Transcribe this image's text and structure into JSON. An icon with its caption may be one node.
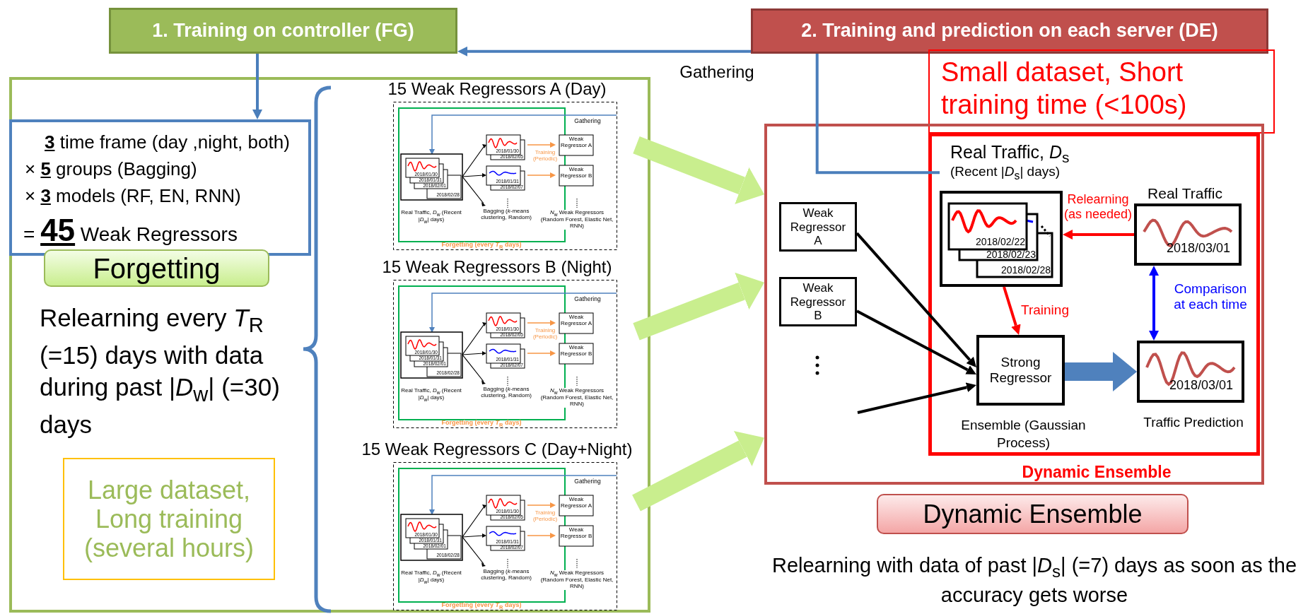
{
  "diagram": {
    "nodes": [
      {
        "text": [
          "1. Training on controller (FG)"
        ]
      },
      {
        "text": [],
        "shape": "box"
      },
      {
        "text": [
          "**3** time frame (day ,night, both)",
          "× **5** groups (Bagging)",
          "× **3** models (RF, EN, RNN)",
          "= **45** Weak Regressors"
        ],
        "in": 1
      },
      {
        "text": [
          "Forgetting"
        ],
        "in": 1,
        "beside": [
          "Relearning every *T*$_{R}$ (=15) days with data during past |*D*$_{w}$| (=30) days"
        ]
      },
      {
        "text": [
          "Large dataset, Long training (several hours)"
        ],
        "in": 1
      },
      {
        "text": [
          "15 Weak Regressors A (Day)"
        ],
        "in": 1
      },
      {
        "text": [
          "15 Weak Regressors B (Night)"
        ],
        "in": 1
      },
      {
        "text": [
          "15 Weak Regressors C (Day+Night)"
        ],
        "in": 1
      },
      {
        "text": [
          "2. Training and prediction on each server (DE)"
        ]
      },
      {
        "text": [
          "Small dataset, Short training time (<100s)"
        ]
      },
      {
        "text": [
          "Dynamic Ensemble"
        ]
      },
      {
        "text": [],
        "shape": "box",
        "in": 10
      },
      {
        "text": [
          "Weak Regressor A"
        ],
        "in": 10
      },
      {
        "text": [
          "Weak Regressor B"
        ],
        "in": 10
      },
      {
        "text": [
          "Real Traffic, *D*$_{s}$",
          "(Recent |*D*$_{s}$| days)",
          "2018/02/22",
          "2018/02/23",
          "2018/02/28"
        ],
        "in": 11
      },
      {
        "text": [
          "Real Traffic",
          "2018/03/01"
        ],
        "in": 11
      },
      {
        "text": [
          "Strong Regressor"
        ],
        "beside": [
          "Ensemble (Gaussian Process)"
        ],
        "in": 11
      },
      {
        "text": [
          "2018/03/01"
        ],
        "beside": [
          "Traffic Prediction"
        ],
        "in": 11
      },
      {
        "text": [
          "Dynamic Ensemble"
        ],
        "beside": [
          "Relearning with data of past |*D*$_{s}$| (=7) days as soon as the accuracy gets worse"
        ]
      }
    ],
    "edges": [
      {
        "from": 0,
        "to": 2,
        "arrow": "to",
        "color": "#4a7ebb"
      },
      {
        "from": 8,
        "to": 0,
        "arrow": "to",
        "label": "Gathering",
        "color": "#4a7ebb"
      },
      {
        "from": 8,
        "to": 14,
        "arrow": "none",
        "color": "#4a7ebb"
      },
      {
        "from": 5,
        "to": 10,
        "arrow": "to",
        "style": "thick",
        "color": "#c9ee8e"
      },
      {
        "from": 6,
        "to": 10,
        "arrow": "to",
        "style": "thick",
        "color": "#c9ee8e"
      },
      {
        "from": 7,
        "to": 10,
        "arrow": "to",
        "style": "thick",
        "color": "#c9ee8e"
      },
      {
        "from": 15,
        "to": 14,
        "arrow": "to",
        "label": "Relearning (as needed)",
        "color": "#ff0000"
      },
      {
        "from": 14,
        "to": 16,
        "arrow": "to",
        "label": "Training",
        "color": "#ff0000"
      },
      {
        "from": 12,
        "to": 16,
        "arrow": "to",
        "color": "#000000"
      },
      {
        "from": 13,
        "to": 16,
        "arrow": "to",
        "color": "#000000"
      },
      {
        "from": null,
        "to": 16,
        "arrow": "to",
        "color": "#000000"
      },
      {
        "from": 16,
        "to": 17,
        "arrow": "to",
        "style": "thick",
        "color": "#4f81bd"
      },
      {
        "from": 15,
        "to": 17,
        "arrow": "both",
        "label": "Comparison at each time",
        "color": "#0000ff"
      }
    ],
    "labels": [
      "Gathering",
      "2018/01/30",
      "2018/02/05",
      "Training (Periodic)",
      "Weak Regressor A",
      "2018/01/30",
      "2018/01/31",
      "2018/02/01",
      "2018/02/28",
      "2018/01/31",
      "2018/02/07",
      "Weak Regressor B",
      "Real Traffic, *D*$_{w}$ (Recent |*D*$_{w}$| days)",
      "Bagging (*k*-means clustering, Random)",
      "*N*$_{w}$ Weak Regressors (Random Forest, Elastic Net, RNN)",
      "Forgetting (every *T*$_{R}$ days)",
      "Gathering",
      "2018/01/30",
      "2018/02/05",
      "Training (Periodic)",
      "Weak Regressor A",
      "2018/01/30",
      "2018/01/31",
      "2018/02/01",
      "2018/02/28",
      "2018/01/31",
      "2018/02/07",
      "Weak Regressor B",
      "Real Traffic, *D*$_{w}$ (Recent |*D*$_{w}$| days)",
      "Bagging (*k*-means clustering, Random)",
      "*N*$_{w}$ Weak Regressors (Random Forest, Elastic Net, RNN)",
      "Forgetting (every *T*$_{R}$ days)",
      "Gathering",
      "2018/01/30",
      "2018/02/05",
      "Training (Periodic)",
      "Weak Regressor A",
      "2018/01/30",
      "2018/01/31",
      "2018/02/01",
      "2018/02/28",
      "2018/01/31",
      "2018/02/07",
      "Weak Regressor B",
      "Real Traffic, *D*$_{w}$ (Recent |*D*$_{w}$| days)",
      "Bagging (*k*-means clustering, Random)",
      "*N*$_{w}$ Weak Regressors (Random Forest, Elastic Net, RNN)",
      "Forgetting (every *T*$_{R}$ days)"
    ]
  }
}
